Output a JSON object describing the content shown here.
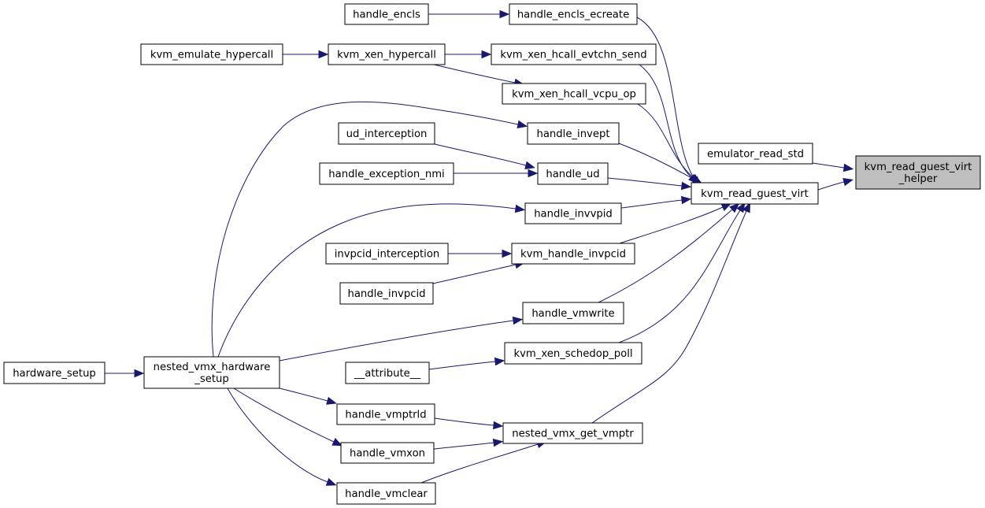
{
  "graph": {
    "arrow_color": "#191970",
    "root_fill": "#bfbfbf",
    "node_fill": "#ffffff",
    "nodes": {
      "kvm_read_guest_virt_helper": [
        "kvm_read_guest_virt",
        "_helper"
      ],
      "emulator_read_std": [
        "emulator_read_std"
      ],
      "kvm_read_guest_virt": [
        "kvm_read_guest_virt"
      ],
      "handle_encls_ecreate": [
        "handle_encls_ecreate"
      ],
      "kvm_xen_hcall_evtchn_send": [
        "kvm_xen_hcall_evtchn_send"
      ],
      "kvm_xen_hcall_vcpu_op": [
        "kvm_xen_hcall_vcpu_op"
      ],
      "handle_invept": [
        "handle_invept"
      ],
      "handle_ud": [
        "handle_ud"
      ],
      "handle_invvpid": [
        "handle_invvpid"
      ],
      "kvm_handle_invpcid": [
        "kvm_handle_invpcid"
      ],
      "handle_vmwrite": [
        "handle_vmwrite"
      ],
      "kvm_xen_schedop_poll": [
        "kvm_xen_schedop_poll"
      ],
      "nested_vmx_get_vmptr": [
        "nested_vmx_get_vmptr"
      ],
      "handle_encls": [
        "handle_encls"
      ],
      "kvm_xen_hypercall": [
        "kvm_xen_hypercall"
      ],
      "kvm_emulate_hypercall": [
        "kvm_emulate_hypercall"
      ],
      "nested_vmx_hardware_setup": [
        "nested_vmx_hardware",
        "_setup"
      ],
      "hardware_setup": [
        "hardware_setup"
      ],
      "ud_interception": [
        "ud_interception"
      ],
      "handle_exception_nmi": [
        "handle_exception_nmi"
      ],
      "invpcid_interception": [
        "invpcid_interception"
      ],
      "handle_invpcid": [
        "handle_invpcid"
      ],
      "__attribute__": [
        "__attribute__"
      ],
      "handle_vmptrld": [
        "handle_vmptrld"
      ],
      "handle_vmxon": [
        "handle_vmxon"
      ],
      "handle_vmclear": [
        "handle_vmclear"
      ]
    },
    "edges": [
      [
        "emulator_read_std",
        "kvm_read_guest_virt_helper"
      ],
      [
        "kvm_read_guest_virt",
        "kvm_read_guest_virt_helper"
      ],
      [
        "handle_encls_ecreate",
        "kvm_read_guest_virt"
      ],
      [
        "kvm_xen_hcall_evtchn_send",
        "kvm_read_guest_virt"
      ],
      [
        "kvm_xen_hcall_vcpu_op",
        "kvm_read_guest_virt"
      ],
      [
        "handle_invept",
        "kvm_read_guest_virt"
      ],
      [
        "handle_ud",
        "kvm_read_guest_virt"
      ],
      [
        "handle_invvpid",
        "kvm_read_guest_virt"
      ],
      [
        "kvm_handle_invpcid",
        "kvm_read_guest_virt"
      ],
      [
        "handle_vmwrite",
        "kvm_read_guest_virt"
      ],
      [
        "kvm_xen_schedop_poll",
        "kvm_read_guest_virt"
      ],
      [
        "nested_vmx_get_vmptr",
        "kvm_read_guest_virt"
      ],
      [
        "handle_encls",
        "handle_encls_ecreate"
      ],
      [
        "kvm_xen_hypercall",
        "kvm_xen_hcall_evtchn_send"
      ],
      [
        "kvm_emulate_hypercall",
        "kvm_xen_hypercall"
      ],
      [
        "kvm_xen_hypercall",
        "kvm_xen_hcall_vcpu_op"
      ],
      [
        "nested_vmx_hardware_setup",
        "handle_invept"
      ],
      [
        "hardware_setup",
        "nested_vmx_hardware_setup"
      ],
      [
        "ud_interception",
        "handle_ud"
      ],
      [
        "handle_exception_nmi",
        "handle_ud"
      ],
      [
        "nested_vmx_hardware_setup",
        "handle_invvpid"
      ],
      [
        "invpcid_interception",
        "kvm_handle_invpcid"
      ],
      [
        "handle_invpcid",
        "kvm_handle_invpcid"
      ],
      [
        "nested_vmx_hardware_setup",
        "handle_vmwrite"
      ],
      [
        "__attribute__",
        "kvm_xen_schedop_poll"
      ],
      [
        "handle_vmptrld",
        "nested_vmx_get_vmptr"
      ],
      [
        "handle_vmxon",
        "nested_vmx_get_vmptr"
      ],
      [
        "handle_vmclear",
        "nested_vmx_get_vmptr"
      ],
      [
        "nested_vmx_hardware_setup",
        "handle_vmptrld"
      ],
      [
        "nested_vmx_hardware_setup",
        "handle_vmxon"
      ],
      [
        "nested_vmx_hardware_setup",
        "handle_vmclear"
      ]
    ]
  }
}
